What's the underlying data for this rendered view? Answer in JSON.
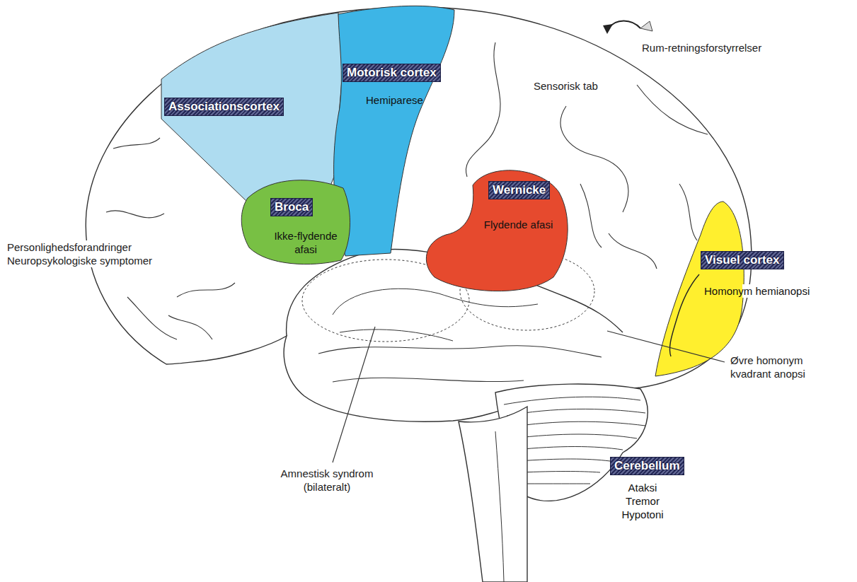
{
  "diagram": {
    "nodes": [
      {
        "text": [
          "Associationscortex"
        ]
      },
      {
        "text": [
          "Motorisk cortex",
          "Hemiparese"
        ]
      },
      {
        "text": [
          "Broca",
          "Ikke-flydende afasi"
        ]
      },
      {
        "text": [
          "Wernicke",
          "Flydende afasi"
        ]
      },
      {
        "text": [
          "Visuel cortex",
          "Homonym hemianopsi"
        ]
      },
      {
        "text": [
          "Cerebellum",
          "Ataksi Tremor Hypotoni"
        ]
      }
    ],
    "labels": [
      "Rum-retningsforstyrrelser",
      "Sensorisk tab",
      "Personlighedsforandringer Neuropsykologiske symptomer",
      "Øvre homonym kvadrant anopsi",
      "Amnestisk syndrom (bilateralt)"
    ]
  }
}
